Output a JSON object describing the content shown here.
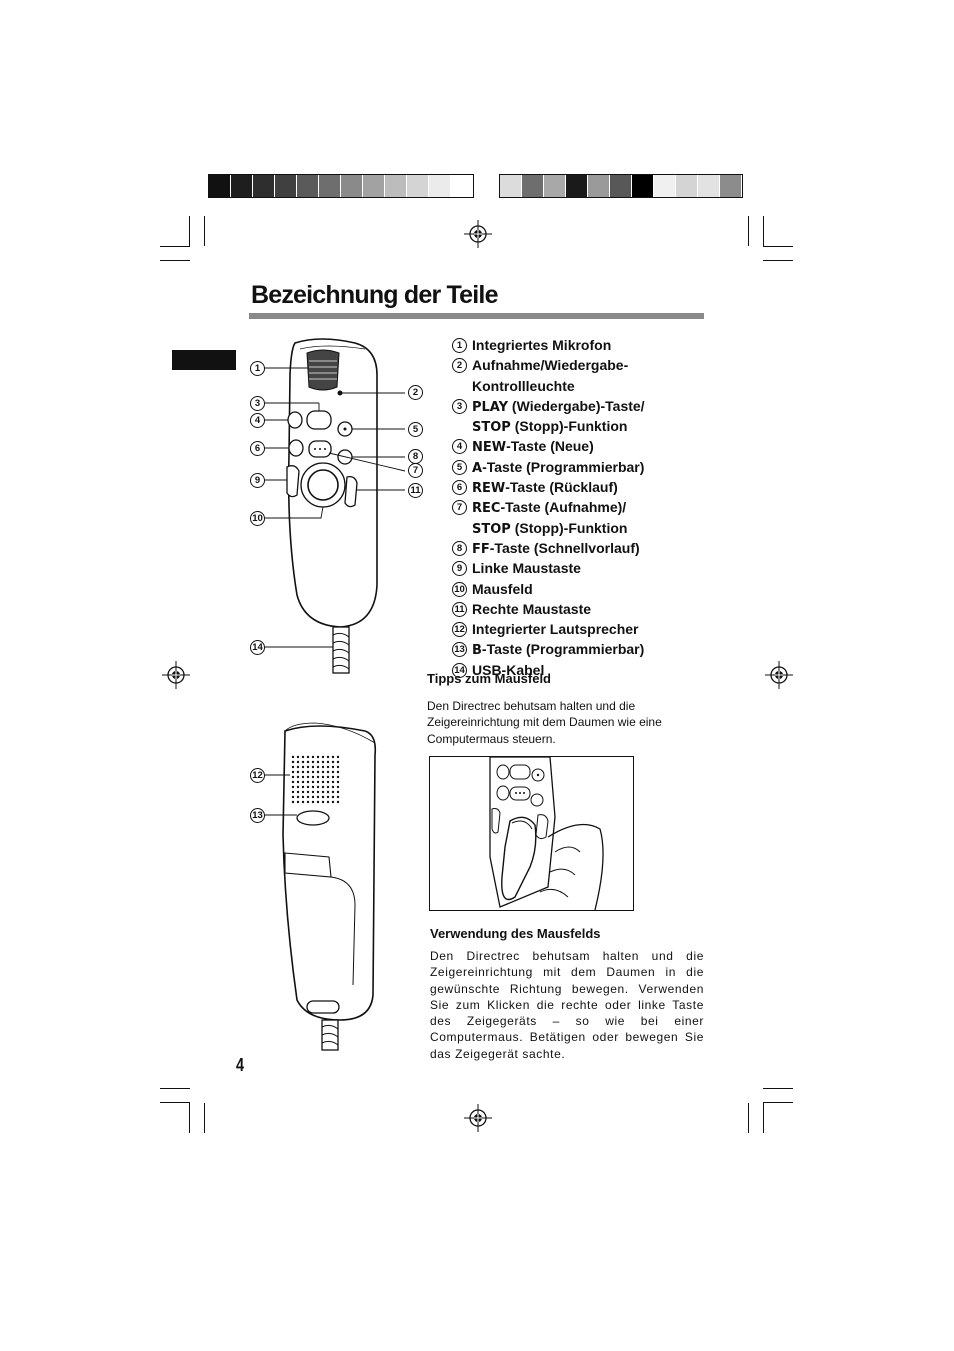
{
  "header": {
    "swatches_left": [
      "#111111",
      "#1e1e1e",
      "#2e2e2e",
      "#404040",
      "#5a5a5a",
      "#6e6e6e",
      "#8a8a8a",
      "#a2a2a2",
      "#bcbcbc",
      "#d4d4d4",
      "#ebebeb",
      "#ffffff"
    ],
    "swatches_right": [
      "#dcdcdc",
      "#6e6e6e",
      "#a8a8a8",
      "#1a1a1a",
      "#9a9a9a",
      "#585858",
      "#000000",
      "#f0f0f0",
      "#d4d4d4",
      "#e2e2e2",
      "#8c8c8c"
    ]
  },
  "page_title": "Bezeichnung der Teile",
  "parts": [
    {
      "num": "1",
      "kw": "",
      "text": "Integriertes Mikrofon"
    },
    {
      "num": "2",
      "kw": "",
      "text": "Aufnahme/Wiedergabe-",
      "cont_kw": "",
      "cont": "Kontrollleuchte"
    },
    {
      "num": "3",
      "kw": "PLAY",
      "text": " (Wiedergabe)-Taste/",
      "cont_kw": "STOP",
      "cont": " (Stopp)-Funktion"
    },
    {
      "num": "4",
      "kw": "NEW",
      "text": "-Taste (Neue)"
    },
    {
      "num": "5",
      "kw": "A",
      "text": "-Taste (Programmierbar)"
    },
    {
      "num": "6",
      "kw": "REW",
      "text": "-Taste (Rücklauf)"
    },
    {
      "num": "7",
      "kw": "REC",
      "text": "-Taste (Aufnahme)/",
      "cont_kw": "STOP",
      "cont": " (Stopp)-Funktion"
    },
    {
      "num": "8",
      "kw": "FF",
      "text": "-Taste (Schnellvorlauf)"
    },
    {
      "num": "9",
      "kw": "",
      "text": "Linke Maustaste"
    },
    {
      "num": "10",
      "kw": "",
      "text": "Mausfeld"
    },
    {
      "num": "11",
      "kw": "",
      "text": "Rechte Maustaste"
    },
    {
      "num": "12",
      "kw": "",
      "text": "Integrierter Lautsprecher"
    },
    {
      "num": "13",
      "kw": "B",
      "text": "-Taste (Programmierbar)"
    },
    {
      "num": "14",
      "kw": "",
      "text": "USB-Kabel"
    }
  ],
  "tips": {
    "heading": "Tipps zum Mausfeld",
    "text": "Den Directrec behutsam halten und die Zeigereinrichtung mit dem Daumen wie eine Computermaus steuern."
  },
  "usage": {
    "heading": "Verwendung des Mausfelds",
    "text": "Den Directrec behutsam halten und die Zeigereinrichtung mit dem Daumen in die gewünschte Richtung bewegen. Verwenden Sie zum Klicken die rechte oder linke Taste des Zeigegeräts – so wie bei einer Computermaus. Betätigen oder bewegen Sie das Zeigegerät sachte."
  },
  "figure_front_callouts": [
    "1",
    "2",
    "3",
    "4",
    "5",
    "6",
    "7",
    "8",
    "9",
    "10",
    "11",
    "14"
  ],
  "figure_back_callouts": [
    "12",
    "13"
  ],
  "page_number": "4"
}
